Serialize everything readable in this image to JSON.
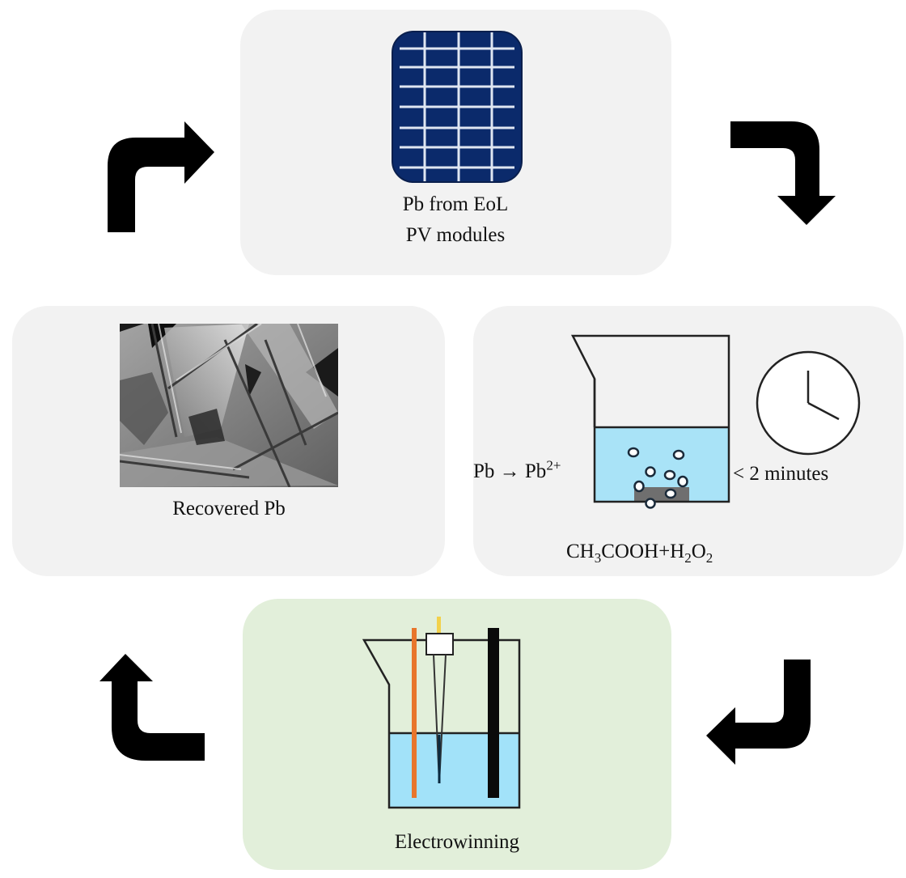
{
  "title": "Pb recycling loop from end-of-life perovskite PV modules",
  "colors": {
    "box_gray": "#f2f2f2",
    "box_green": "#e2efda",
    "solar_panel": "#0b2a6b",
    "solution": "#a9e3f7",
    "anode_orange": "#e8762c",
    "reference_yellow": "#f2d14b",
    "arrow": "#000000"
  },
  "steps": [
    {
      "id": "source",
      "label_line1": "Pb from EoL",
      "label_line2": "PV modules",
      "icon": "solar-panel-icon"
    },
    {
      "id": "dissolution",
      "reaction_left": "Pb",
      "reaction_arrow": "→",
      "reaction_right": "Pb",
      "reaction_charge": "2+",
      "time_label": "< 2 minutes",
      "reagent_parts": [
        "CH",
        "3",
        "COOH+H",
        "2",
        "O",
        "2"
      ],
      "icon": "beaker-bubbles-icon",
      "time_icon": "clock-icon"
    },
    {
      "id": "electrowinning",
      "label": "Electrowinning",
      "icon": "electrochemical-cell-icon"
    },
    {
      "id": "recovered",
      "label": "Recovered Pb",
      "icon": "sem-micrograph-image"
    }
  ],
  "arrows": [
    {
      "name": "arrow-source-to-dissolution",
      "direction": "right-then-down"
    },
    {
      "name": "arrow-dissolution-to-electrowinning",
      "direction": "down-then-left"
    },
    {
      "name": "arrow-electrowinning-to-recovered",
      "direction": "left-then-up"
    },
    {
      "name": "arrow-recovered-to-source",
      "direction": "up-then-right"
    }
  ]
}
